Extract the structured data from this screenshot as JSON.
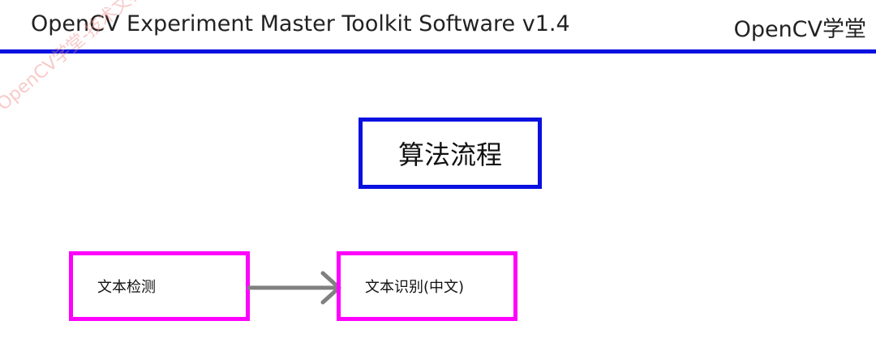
{
  "header": {
    "title": "OpenCV Experiment Master Toolkit Software v1.4",
    "brand": "OpenCV学堂"
  },
  "watermark": {
    "text": "OpenCV学堂-技术文档"
  },
  "diagram": {
    "title": "算法流程",
    "steps": [
      {
        "label": "文本检测"
      },
      {
        "label": "文本识别(中文)"
      }
    ]
  },
  "colors": {
    "header_rule": "#0a10e0",
    "title_border": "#0a10e0",
    "step_border": "#ff00ff",
    "arrow": "#808080",
    "watermark": "#f08a8a"
  }
}
